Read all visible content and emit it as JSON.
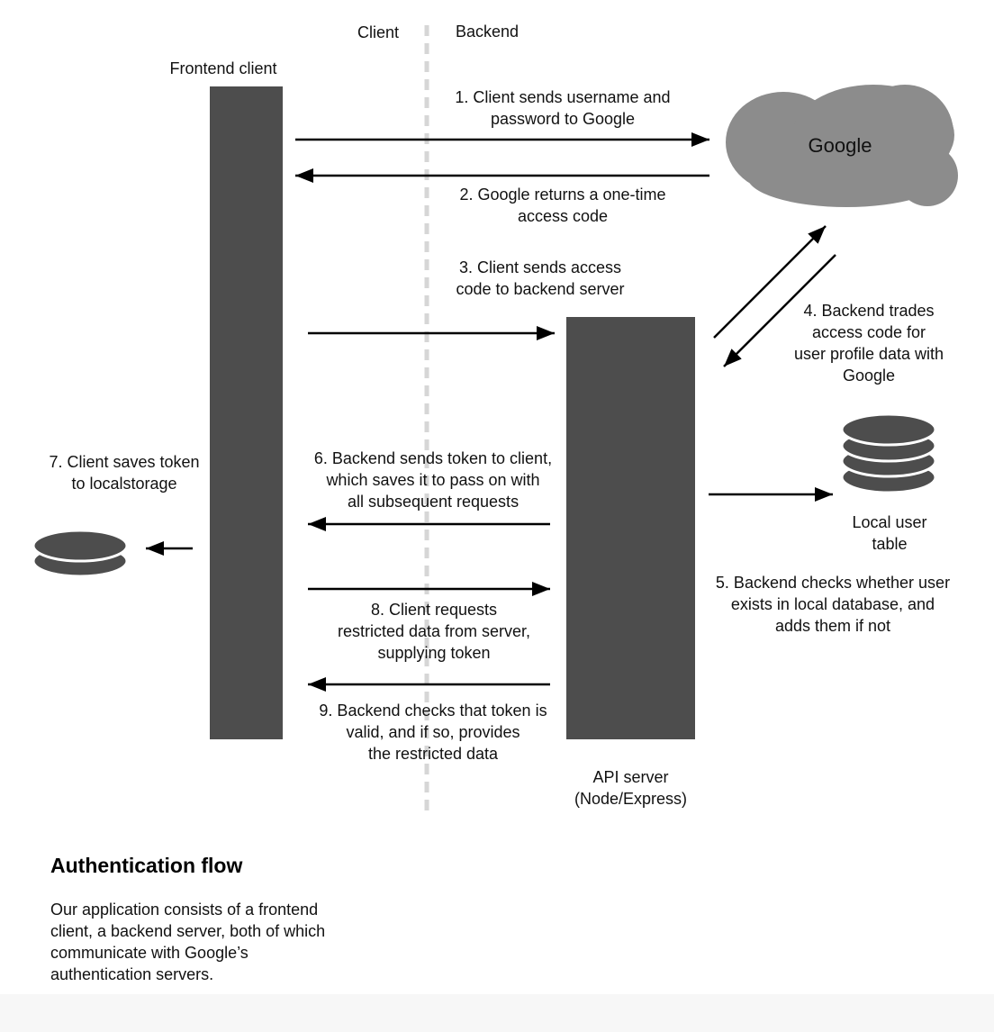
{
  "header": {
    "client_label": "Client",
    "backend_label": "Backend"
  },
  "actors": {
    "frontend": "Frontend client",
    "api_server": "API server\n(Node/Express)",
    "google": "Google",
    "local_user_table": "Local user\ntable"
  },
  "steps": [
    "1. Client sends username and\npassword to Google",
    "2. Google returns a one-time\naccess code",
    "3. Client sends access\ncode to backend server",
    "4. Backend trades\naccess code for\nuser profile data with\nGoogle",
    "5. Backend checks whether user\nexists in local database, and\nadds them if not",
    "6. Backend sends token to client,\nwhich saves it to pass on with\nall subsequent requests",
    "7. Client saves token\nto localstorage",
    "8. Client requests\nrestricted data from server,\nsupplying token",
    "9. Backend checks that token is\nvalid, and if so, provides\nthe restricted data"
  ],
  "footer": {
    "title": "Authentication flow",
    "description": "Our application consists of a frontend client, a backend server, both of which communicate with Google’s authentication servers."
  },
  "colors": {
    "bar": "#4d4d4d",
    "cloud": "#8c8c8c",
    "divider": "#d6d6d6",
    "arrow": "#000000"
  },
  "icons": [
    "cloud-icon",
    "database-icon",
    "localstorage-icon",
    "arrow-icon"
  ]
}
